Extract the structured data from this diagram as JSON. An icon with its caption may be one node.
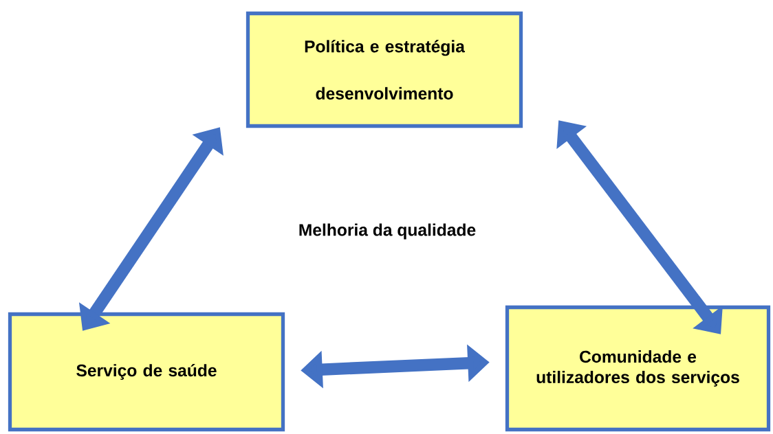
{
  "diagram": {
    "nodes": [
      {
        "text": [
          "Política e estratégia",
          "desenvolvimento"
        ]
      },
      {
        "text": [
          "Serviço de saúde"
        ]
      },
      {
        "text": [
          "Comunidade e utilizadores dos serviços"
        ]
      }
    ],
    "edges": [
      {
        "from": 0,
        "to": 1,
        "arrow": "both"
      },
      {
        "from": 0,
        "to": 2,
        "arrow": "both"
      },
      {
        "from": 1,
        "to": 2,
        "arrow": "both"
      }
    ],
    "labels": [
      "Melhoria da qualidade"
    ]
  }
}
